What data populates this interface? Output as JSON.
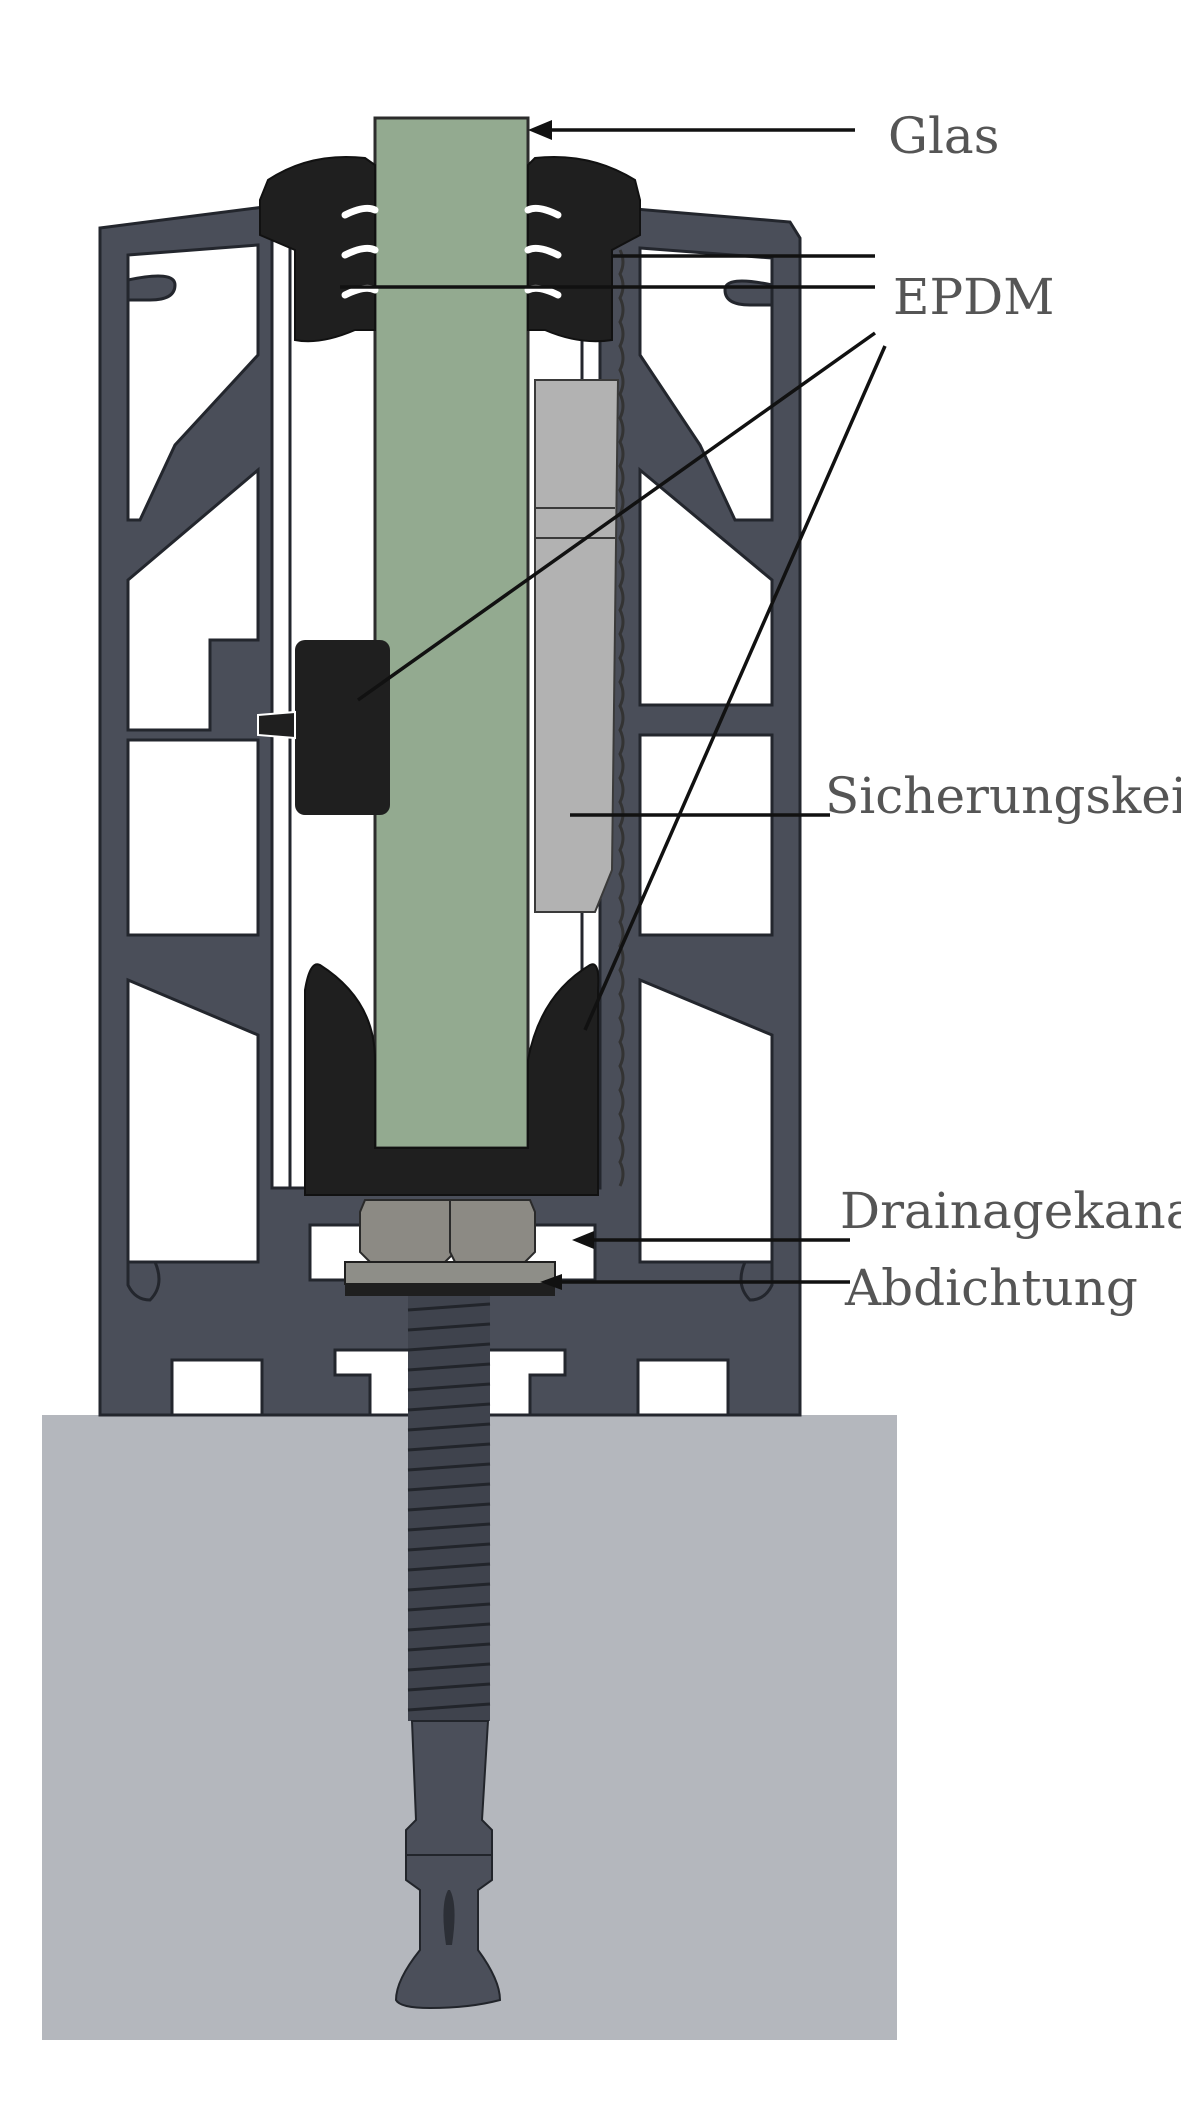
{
  "labels": {
    "glas": "Glas",
    "epdm": "EPDM",
    "sicherungskeil": "Sicherungskeil",
    "drainagekanal": "Drainagekanal",
    "abdichtung": "Abdichtung"
  },
  "colors": {
    "profile": "#4a4e59",
    "profile_edge": "#23262d",
    "glass": "#93aa90",
    "epdm": "#1f1f1f",
    "wedge": "#b2b2b2",
    "concrete": "#b4b7bd",
    "nut": "#8c8a84",
    "anchor": "#4b4f5a",
    "label_text": "#555555",
    "leader": "#111111"
  }
}
